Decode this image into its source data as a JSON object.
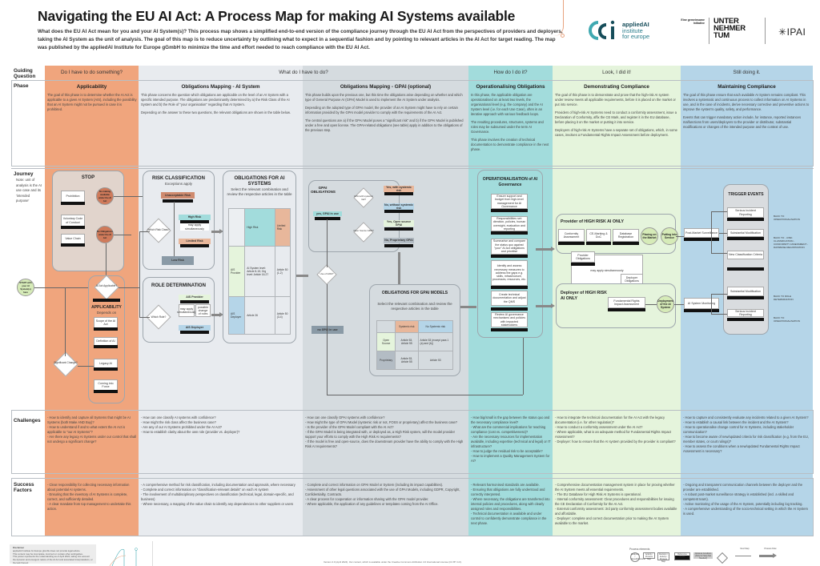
{
  "header": {
    "title": "Navigating the EU AI Act: A Process Map for making AI Systems available",
    "intro": "What does the EU AI Act mean for you and your AI System(s)? This process map shows a simplified end-to-end version of the compliance journey through the EU AI Act from the perspectives of providers and deployers, taking the AI System as the unit of analysis. The goal of this map is to reduce uncertainty by outlining what to expect in a sequential fashion and by pointing to relevant articles in the AI Act for target reading. The map was published by the appliedAI Institute for Europe gGmbH to minimize the time and effort needed to reach compliance with the EU AI Act."
  },
  "logos": {
    "aai_line1": "appliedAI",
    "aai_line2": "institute",
    "aai_line3": "for europe",
    "initiative": "Eine gemeinsame Initiative",
    "unt_line1": "UNTER",
    "unt_line2": "NEHMER",
    "unt_line3": "TUM",
    "ipai": "IPAI"
  },
  "row_labels": {
    "guiding_question": "Guiding Question",
    "phase": "Phase",
    "journey": "Journey",
    "journey_note": "Note: unit of analysis is the AI use case and its 'intended purpose'",
    "challenges": "Challenges",
    "success_factors": "Success Factors"
  },
  "guiding_questions": {
    "applicability": "Do I have to do something?",
    "obligations": "What do I have to do?",
    "operationalising": "How do I do it?",
    "demonstrating": "Look, I did it!",
    "maintaining": "Still doing it."
  },
  "phases": [
    {
      "title": "Applicability",
      "desc": [
        "The goal of this phase is to determine whether the AI Act is applicable to a given AI System (AIS), including the possibility that an AI System might not be pursued in case it is prohibited."
      ]
    },
    {
      "title": "Obligations Mapping - AI System",
      "desc": [
        "This phase concerns the question which obligations are applicable on the level of an AI System with a specific intended purpose. The obligations are predominantly determined by a) the Risk Class of the AI System and b) the Role of \"your organisation\" regarding that AI System.",
        "Depending on the answer to these two questions, the relevant obligations are shown in the table below."
      ]
    },
    {
      "title": "Obligations Mapping - GPAI (optional)",
      "desc": [
        "This phase builds upon the previous one, but this time the obligations arise depending on whether and which type of General Purpose AI (GPAI) Model is used to implement the AI System under analysis.",
        "Depending on the adopted type of GPAI model, the provider of an AI System might have to rely on certain information provided by the GPAI model provider to comply with the requirements of the AI Act.",
        "The central questions are a) if the GPAI Model poses a \"significant risk\" and b) if the GPAI Model is published under a free and open license. The GPAI-related obligations (see table) apply in addition to the obligations of the previous step."
      ]
    },
    {
      "title": "Operationalising Obligations",
      "desc": [
        "In this phase, the applicable obligation are operationalised on at least two levels, the organisational level (e.g. the company) and the AI System level (i.e. for each Use Case), often in an iterative approach with various feedback loops.",
        "The resulting procedures, structures, systems and roles may be subsumed under the term AI Governance.",
        "This phase involves the creation of technical documentation to demonstrate compliance in the next phase."
      ]
    },
    {
      "title": "Demonstrating Compliance",
      "desc": [
        "The goal of this phase is to demonstrate and prove that the high-risk AI system under review meets all applicable requirements, before it is placed on the market or put into service.",
        "Providers of high-risk AI Systems need to conduct a conformity assessment, issue a Declaration of Conformity, affix the CE Mark, and register it in the EU database, before placing it on the market or putting it into service.",
        "Deployers of high-risk AI Systems have a separate set of obligations, which, in some cases, involves a Fundamental Rights Impact Assessment before deployment."
      ]
    },
    {
      "title": "Maintaining Compliance",
      "desc": [
        "The goal of this phase ensure that each available AI System remains compliant. This involves a systematic and continuous process to collect information on AI Systems in use, and in the case of incidents, derive necessary corrective and preventive actions to improve the system's quality, safety, and performance.",
        "Events that can trigger mandatory action include, for instance, reported instances malfunctions from users/deployers to the provider or distributor, substantial modifications or changes of the intended purpose and the context of use."
      ]
    }
  ],
  "journey": {
    "start": "START with your AI System(s) here",
    "stop": {
      "title": "STOP",
      "prohibition": "Prohibition",
      "voluntary": "Voluntary Code of Conduct",
      "value_chain": "Value Chain",
      "no_making": "No making available under the AI Act",
      "no_obligations": "No Obligations under the AI Act"
    },
    "applicability": {
      "title": "APPLICABILITY",
      "sub": "Depends on",
      "question": "AI Act Applicable?",
      "yes": "Yes",
      "no": "No",
      "items": [
        "Scope of the AI Act",
        "Definition of AI",
        "Legacy AI",
        "Coming into Force"
      ],
      "significant_change": "Significant Change?"
    },
    "risk": {
      "title": "RISK CLASSIFICATION",
      "sub": "Exceptions apply",
      "question": "Which Risk Class?",
      "unacceptable": "Unacceptable Risk",
      "high": "High Risk",
      "may_apply": "may apply simultaneously",
      "limited": "Limited Risk",
      "low": "Low Risk"
    },
    "role": {
      "title": "ROLE DETERMINATION",
      "question": "Which Role?",
      "provider": "AIS Provider",
      "may_apply": "may apply simultaneously",
      "change": "possible change of roles",
      "deployer": "AIS Deployer"
    },
    "obl_ai": {
      "title": "OBLIGATIONS FOR AI SYSTEMS",
      "sub": "Select the relevant combination and review the respective articles in the table",
      "table": {
        "headers": [
          "",
          "High Risk",
          "Limited Risk"
        ],
        "rows": [
          [
            "AIS Provider",
            "AI System level: Article 8-15; Org level: Article 16-27",
            "Article 50 (1-2)"
          ],
          [
            "AIS Deployer",
            "Article 26",
            "Article 50 (3-4)"
          ]
        ]
      }
    },
    "gpai": {
      "title": "GPAI OBLIGATIONS",
      "yes_gpai": "yes, GPAI in use",
      "q_systemic": "GPAI with systemic risk?",
      "q_open": "Open Source GPAI?",
      "yes_systemic": "Yes, with systemic risk",
      "no_systemic": "No, without systemic risk",
      "yes_open": "Yes, Open source GPAI",
      "no_prop": "No, Proprietary GPAI",
      "use_q": "Use of GPAI?",
      "no_gpai": "no GPAI in use"
    },
    "obl_gpai": {
      "title": "OBLIGATIONS FOR GPAI MODELS",
      "sub": "Select the relevant combination and review the respective articles in the table",
      "table": {
        "headers": [
          "",
          "Systemic risk",
          "No Systemic risk"
        ],
        "rows": [
          [
            "Open Source",
            "Article 53, Article 55",
            "Article 53 (except para 1 (a) and (b))"
          ],
          [
            "Proprietary",
            "Article 53, Article 55",
            "Article 53"
          ]
        ]
      }
    },
    "oper": {
      "title": "OPERATIONALISATION of AI Governance",
      "steps": [
        "Ensure support and budget from high-level management for AI Governance",
        "Responsibilities set: direction, policies, human oversight, evaluation and reporting",
        "Summarise and compare the status quo against \"your\" AI Act obligations and prioritise",
        "Identify and assess necessary measures to address the gaps e.g. skills, infrastructure, processes, resources, etc.",
        "Create technical documentation and adjust the QMS",
        "Review AI governance mechanisms and policies with impacted stakeholders"
      ]
    },
    "demo": {
      "provider_title": "Provider of HIGH RISK AI ONLY",
      "conformity": "Conformity Assessment",
      "ce": "CE-Marking & DoC",
      "db": "Database Registration",
      "placing": "Placing on the Market",
      "putting": "Putting into Service",
      "provider_obl": "Provider Obligations",
      "may_apply": "may apply simultaneously",
      "deployer_obl": "Deployer Obligations",
      "deployer_title": "Deployer of HIGH RISK AI ONLY",
      "fria": "Fundamental Rights Impact Assessment",
      "deployment": "Deployment of the AI System"
    },
    "maint": {
      "post_market": "Post-Market Surveillance",
      "monitoring": "AI System Monitoring",
      "trigger_title": "TRIGGER EVENTS",
      "serious": "Serious Incident Reporting",
      "substantial": "Substantial Modification",
      "new_class": "New Classification Criteria",
      "back_oper": "BACK TO: OPERATIONALISATION",
      "back_multi": "BACK TO: - RISK CLASSIFICATION - CONFORMITY ASSESSMENT - DATABASE REGISTRATION",
      "back_role": "BACK TO ROLE DETERMINATION",
      "back_oper2": "BACK TO: OPERATIONALISATION"
    }
  },
  "challenges": {
    "applicability": [
      "How to identify and capture all Systems that might be AI Systems (both Make AND Buy)?",
      "How to understand if and to what extent the AI Act is applicable to \"our AI Systems\"?",
      "Are there any legacy AI Systems under our control that shall not undergo a significant change?"
    ],
    "obligations_ai": [
      "How can one classify AI systems with confidence?",
      "How might the risk class affect the business case?",
      "Are any of our AI Systems prohibited under the AI Act?",
      "How to establish clarity about the own role (provider vs. deployer)?"
    ],
    "obligations_gpai": [
      "How can one classify GPAI systems with confidence?",
      "How might the type of GPAI Model (systemic risk or not, FOSS or proprietary) affect the business case?",
      "Is the provider of the GPAI Model compliant with the AI Act?",
      "If the GPAI Model is being integrated with, or deployed as, a High Risk system, will the model provider support your efforts to comply with the High Risk AI requirements?",
      "If the model is free and open-source, does the downstream provider have the ability to comply with the High Risk AI requirements?"
    ],
    "operationalising": [
      "How big/small is the gap between the status quo and the necessary compliance level?",
      "What are the commercial implications for reaching compliance (cost vs. competitiveness)?",
      "Are the necessary resources for implementation available, including expertise (technical and legal) or IT infrastructure?",
      "How to judge the residual risk to be acceptable?",
      "How to implement a Quality Management System for AI?"
    ],
    "demonstrating": [
      "How to integrate the technical documentation for the AI Act with the legacy documentation (i.e. for other regulation)?",
      "How to conduct a conformity assessment under the AI Act?",
      "Where applicable, what is an adequate method for Fundamental Rights Impact Assessment?",
      "Deployer: how to ensure that the AI system provided by the provider is compliant?"
    ],
    "maintaining": [
      "How to capture and consistently evaluate any incidents related to a given AI System?",
      "How to establish a causal link between the incident and the AI System?",
      "How to operationalise change control for AI Systems, including stakeholder communication?",
      "How to become aware of new/updated criteria for risk classification (e.g. from the EU, member states, or court rulings)?",
      "How to assess the conditions when a new/updated Fundamental Rights Impact Assessment is necessary?"
    ]
  },
  "success_factors": {
    "applicability": [
      "Clear responsibility for collecting necessary information about potential AI systems.",
      "Ensuring that the inventory of AI Systems is complete, correct, and sufficiently detailed.",
      "A clear mandate from top management to undertake this action."
    ],
    "obligations_ai": [
      "A comprehensive method for risk classification, including documentation and approvals, where necessary",
      "Complete and correct information on \"classification-relevant details\" on each AI system",
      "The involvement of multidisciplinary perspectives on classification (technical, legal, domain-specific, and business)",
      "Where necessary, a mapping of the value chain to identify any dependencies to other suppliers or users"
    ],
    "obligations_gpai": [
      "Complete and correct information on GPAI Model or System (including its impact capabilities).",
      "Assessment of other legal questions associated with the use of GPAI Models, including GDPR, Copyright, Confidentiality, Contracts.",
      "A clear process for cooperation or information sharing with the GPAI model provider.",
      "Where applicable, the application of any guidelines or templates coming from the AI Office."
    ],
    "operationalising": [
      "Relevant harmonised standards are available.",
      "Ensuring that obligations are fully understood and correctly interpreted.",
      "Where necessary, the obligations are transferred into internal policies and procedures, along with clearly assigned roles and responsibilities.",
      "Technical documentation is available and under control to confidently demonstrate compliance in the next phase."
    ],
    "demonstrating": [
      "Comprehensive documentation management system in place for proving whether the AI System meets all essential requirements.",
      "The EU Database for High Risk AI Systems is operational.",
      "Internal conformity assessment: Clear procedures and responsibilities for issuing the CE Declaration of Conformity for the AI Act.",
      "External conformity assessment: 3rd party conformity assessment bodies available and affordable.",
      "Deployer: complete and correct documentation prior to making the AI System available to the market."
    ],
    "maintaining": [
      "Ongoing and transparent communication channels between the deployer and the provider are established.",
      "A robust post-market surveillance strategy is established (incl. a skilled and competent team).",
      "Active monitoring of the usage of the AI System, potentially including log tracking.",
      "A comprehensive understanding of the socio-technical setting in which the AI System is used."
    ]
  },
  "footer": {
    "disclaimer_title": "Disclaimer",
    "disclaimer_items": [
      "appliedAI Institute for Europe gGmbH does not provide legal advice.",
      "This content may be incomplete, incorrect or contain other ambiguities.",
      "This poster represents the understanding as of April 2024, taking into account the dynamic and emergent nature of the AI Act and associated interpretations, or the lack thereof."
    ],
    "license": "Version 2.0 (April 2024). Our content, which is available under the Creative Commons Attribution 4.0 International License (CC BY 4.0).",
    "legend_title": "Process elements",
    "legend": [
      "Endpoint / Result/Outcome",
      "Activity / Process Step",
      "Decision / Activity / Process Step",
      "Reference Article",
      "Optional Condition (Only for Step Not Needed)",
      "Decision",
      "Next Step",
      "Process Flow"
    ]
  }
}
